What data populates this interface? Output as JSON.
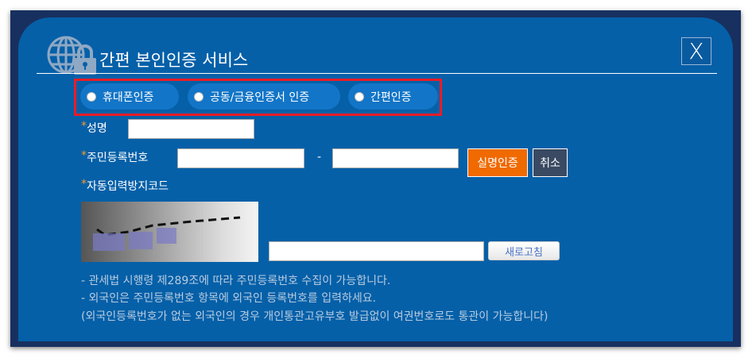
{
  "dialog": {
    "title": "간편 본인인증 서비스",
    "close_label": "X",
    "auth_options": [
      {
        "label": "휴대폰인증"
      },
      {
        "label": "공동/금융인증서 인증"
      },
      {
        "label": "간편인증"
      }
    ],
    "form": {
      "required_mark": "*",
      "name_label": "성명",
      "name_value": "",
      "rrn_label": "주민등록번호",
      "rrn_first": "",
      "rrn_separator": "-",
      "rrn_second": "",
      "verify_button": "실명인증",
      "cancel_button": "취소",
      "captcha_label": "자동입력방지코드",
      "captcha_value": "",
      "refresh_button": "새로고침"
    },
    "notes": [
      "- 관세법 시행령 제289조에 따라 주민등록번호 수집이 가능합니다.",
      "- 외국인은 주민등록번호 항목에 외국인 등록번호를 입력하세요.",
      "(외국인등록번호가 없는 외국인의 경우 개인통관고유부호 발급없이 여권번호로도 통관이 가능합니다)"
    ]
  },
  "colors": {
    "panel": "#0560a8",
    "frame": "#17305f",
    "highlight": "#ee1c25",
    "verify": "#f06a00",
    "cancel": "#3a4a62",
    "radio": "#1275c7"
  }
}
